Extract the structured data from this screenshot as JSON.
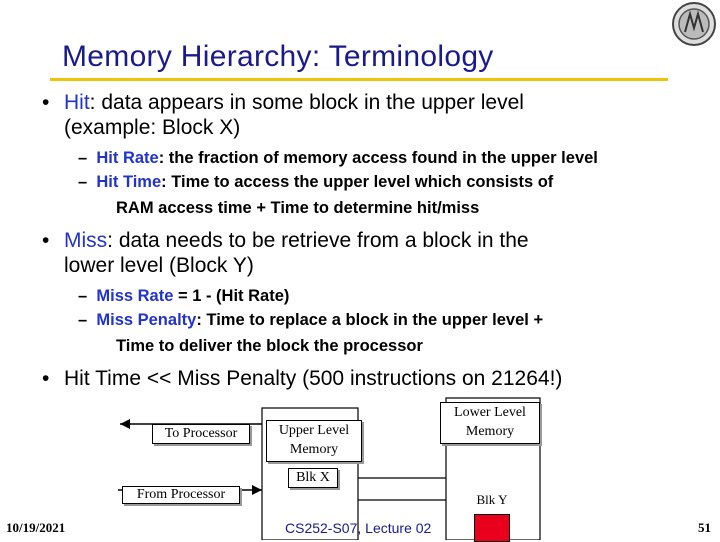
{
  "slide": {
    "title": "Memory Hierarchy: Terminology",
    "bullets": [
      {
        "term": "Hit",
        "text_line1": ": data appears in some block in the upper level",
        "text_line2": "(example: Block X)",
        "subs": [
          {
            "term": "Hit Rate",
            "text": ": the fraction of memory access found in the upper level"
          },
          {
            "term": "Hit Time",
            "text": ": Time to access the upper level which consists of",
            "cont": "RAM access time + Time to determine hit/miss"
          }
        ]
      },
      {
        "term": "Miss",
        "text_line1": ": data needs to be retrieve from a block in the",
        "text_line2": "lower level (Block Y)",
        "subs": [
          {
            "term": "Miss Rate",
            "text": " = 1 - (Hit Rate)"
          },
          {
            "term": "Miss Penalty",
            "text": ": Time to replace a block in the upper level  +",
            "cont": "Time to deliver the block the processor"
          }
        ]
      },
      {
        "text": "Hit Time << Miss Penalty (500 instructions on 21264!)"
      }
    ],
    "dash": "–",
    "bullet_char": "•"
  },
  "diagram": {
    "to_processor": "To Processor",
    "from_processor": "From Processor",
    "upper_level": "Upper Level Memory",
    "lower_level": "Lower Level Memory",
    "blk_x": "Blk X",
    "blk_y": "Blk Y",
    "blk_y_color": "#e8001c"
  },
  "footer": {
    "date": "10/19/2021",
    "center": "CS252-S07, Lecture 02",
    "page": "51"
  },
  "colors": {
    "title": "#1a1a8c",
    "accent_rule": "#f0c20a",
    "term": "#2233cc"
  }
}
